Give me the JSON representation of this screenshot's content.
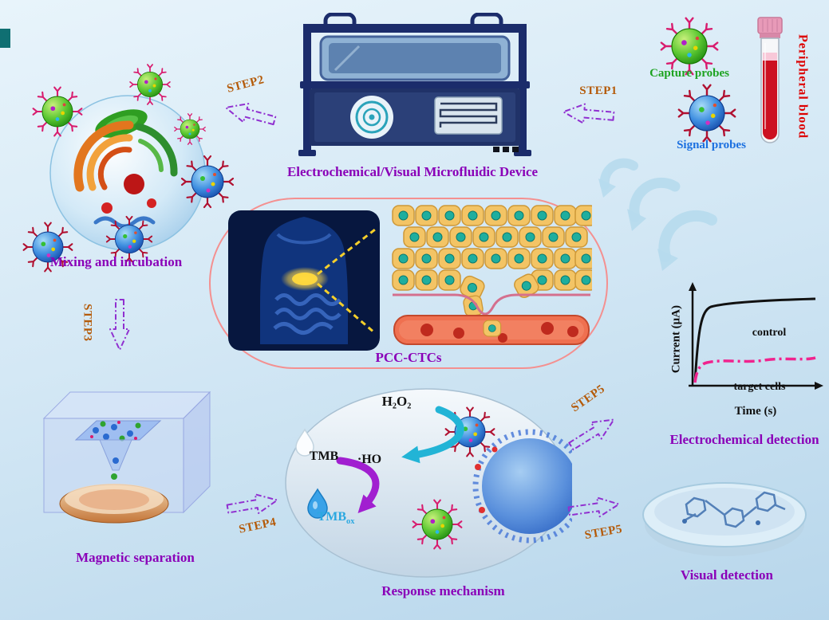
{
  "steps": {
    "step1": "STEP1",
    "step2": "STEP2",
    "step3": "STEP3",
    "step4": "STEP4",
    "step5_top": "STEP5",
    "step5_bottom": "STEP5"
  },
  "labels": {
    "device": "Electrochemical/Visual Microfluidic Device",
    "capture_probes": "Capture probes",
    "signal_probes": "Signal probes",
    "peripheral_blood": "Peripheral blood",
    "mixing_incubation": "Mixing and incubation",
    "pcc_ctcs": "PCC-CTCs",
    "magnetic_separation": "Magnetic separation",
    "response_mechanism": "Response mechanism",
    "electrochemical_detection": "Electrochemical detection",
    "visual_detection": "Visual detection"
  },
  "mechanism": {
    "h2o2": "H₂O₂",
    "tmb": "TMB",
    "hydroxyl_radical": "·HO",
    "tmb_ox_base": "TMB",
    "tmb_ox_sub": "ox"
  },
  "chart_data": {
    "type": "line",
    "title": "",
    "xlabel": "Time (s)",
    "ylabel": "Current (μA)",
    "axes_numeric_ticks": false,
    "legend_position": "inline annotations",
    "series": [
      {
        "name": "control",
        "color": "#111111",
        "style": "solid",
        "trend": "rapid rise then high plateau"
      },
      {
        "name": "target cells",
        "color": "#f0238e",
        "style": "dash-dot",
        "trend": "low slowly-rising plateau"
      }
    ]
  },
  "colors": {
    "background_top": "#e8f4fb",
    "background_bottom": "#b7d6eb",
    "step_label": "#b45a08",
    "main_label_purple": "#8a00b8",
    "capture_probe_green": "#1da320",
    "signal_probe_blue": "#1a6fe0",
    "blood_red": "#dd0000",
    "target_curve_pink": "#f0238e",
    "panel_border_salmon": "#f49090",
    "step_arrow_purple": "#9030d0"
  }
}
